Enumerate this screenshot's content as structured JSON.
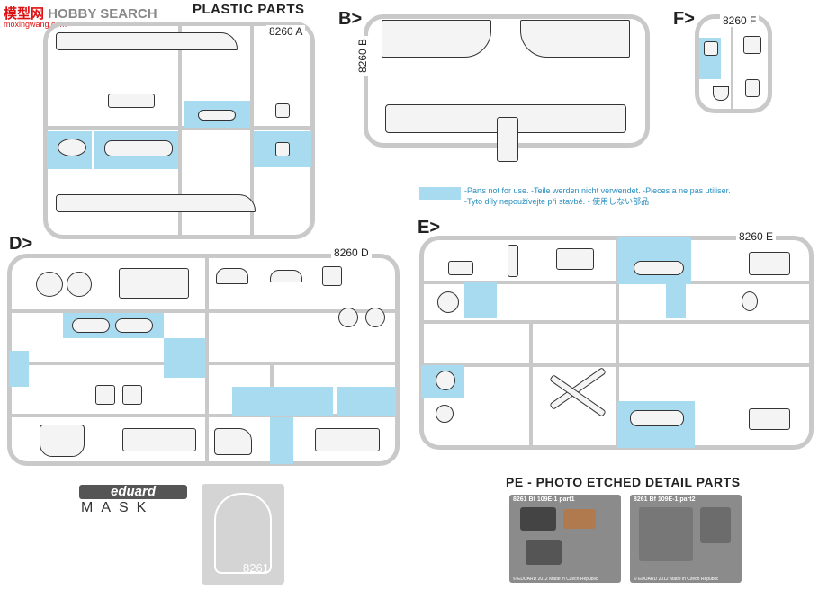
{
  "watermark": {
    "brand_cn": "模型网",
    "brand_en": "HOBBY SEARCH",
    "site": "moxingwang.com"
  },
  "titles": {
    "plastic": "PLASTIC PARTS",
    "pe": "PE - PHOTO ETCHED DETAIL PARTS"
  },
  "sprues": {
    "a": {
      "code": "8260 A"
    },
    "b": {
      "label": "B>",
      "code": "8260 B"
    },
    "f": {
      "label": "F>",
      "code": "8260 F"
    },
    "d": {
      "label": "D>",
      "code": "8260 D"
    },
    "e": {
      "label": "E>",
      "code": "8260 E"
    }
  },
  "legend": {
    "line1": "-Parts not for use. -Teile werden nicht verwendet. -Pieces a ne pas utiliser.",
    "line2": "-Tyto díly nepoužívejte při stavbě. - 使用しない部品"
  },
  "mask": {
    "logo": "eduard",
    "word": "MASK",
    "code": "8261"
  },
  "pe": {
    "sheet1": {
      "title": "8261  Bf 109E-1  part1",
      "footer": "© EDUARD 2012    Made in Czech Republic"
    },
    "sheet2": {
      "title": "8261  Bf 109E-1  part2",
      "footer": "© EDUARD 2012    Made in Czech Republic"
    }
  },
  "colors": {
    "unused_parts": "#a8dbf0",
    "sprue": "#c9c9c9"
  }
}
